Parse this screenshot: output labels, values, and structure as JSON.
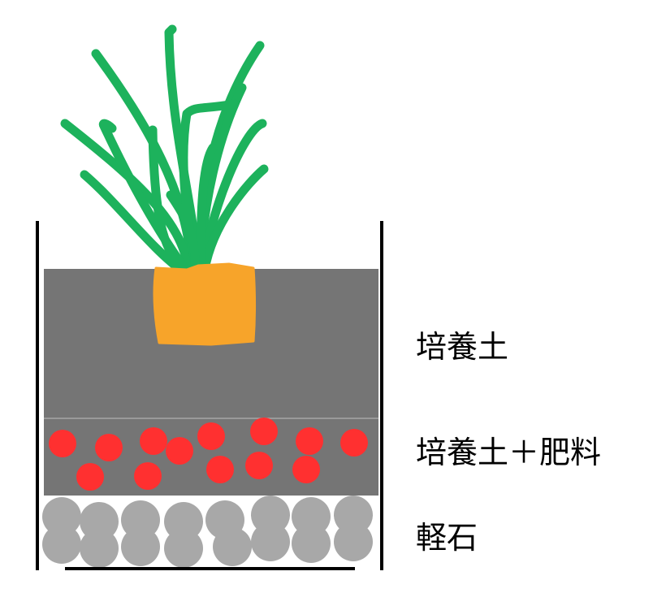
{
  "labels": {
    "top_layer": "培養土",
    "middle_layer": "培養土＋肥料",
    "bottom_layer": "軽石"
  },
  "colors": {
    "soil": "#757575",
    "fertilizer": "#ff3030",
    "pumice": "#a8a8a8",
    "carrot": "#f7a42a",
    "leaves": "#1db25c",
    "pot_outline": "#000000",
    "layer_divider": "#a6a6a6"
  },
  "icons": {
    "plant": "carrot-plant-icon",
    "fertilizer": "fertilizer-granule-icon",
    "pumice": "pumice-stone-icon"
  }
}
